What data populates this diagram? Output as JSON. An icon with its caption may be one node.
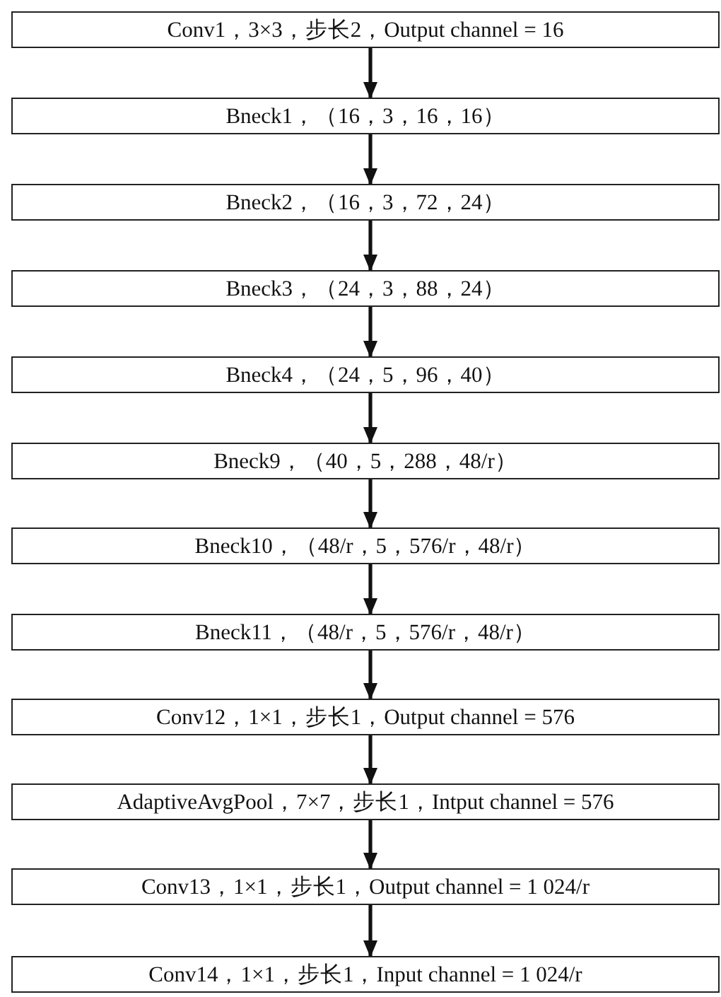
{
  "diagram": {
    "nodes": [
      {
        "text": [
          "Conv1，3×3，步长2，Output channel = 16"
        ]
      },
      {
        "text": [
          "Bneck1，（16，3，16，16）"
        ]
      },
      {
        "text": [
          "Bneck2，（16，3，72，24）"
        ]
      },
      {
        "text": [
          "Bneck3，（24，3，88，24）"
        ]
      },
      {
        "text": [
          "Bneck4，（24，5，96，40）"
        ]
      },
      {
        "text": [
          "Bneck9，（40，5，288，48/r）"
        ]
      },
      {
        "text": [
          "Bneck10，（48/r，5，576/r，48/r）"
        ]
      },
      {
        "text": [
          "Bneck11，（48/r，5，576/r，48/r）"
        ]
      },
      {
        "text": [
          "Conv12，1×1，步长1，Output channel = 576"
        ]
      },
      {
        "text": [
          "AdaptiveAvgPool，7×7，步长1，Intput channel = 576"
        ]
      },
      {
        "text": [
          "Conv13，1×1，步长1，Output channel = 1 024/r"
        ]
      },
      {
        "text": [
          "Conv14，1×1，步长1，Input channel = 1 024/r"
        ]
      }
    ],
    "edges": [
      {
        "from": 0,
        "to": 1,
        "arrow": "to"
      },
      {
        "from": 1,
        "to": 2,
        "arrow": "to"
      },
      {
        "from": 2,
        "to": 3,
        "arrow": "to"
      },
      {
        "from": 3,
        "to": 4,
        "arrow": "to"
      },
      {
        "from": 4,
        "to": 5,
        "arrow": "to"
      },
      {
        "from": 5,
        "to": 6,
        "arrow": "to"
      },
      {
        "from": 6,
        "to": 7,
        "arrow": "to"
      },
      {
        "from": 7,
        "to": 8,
        "arrow": "to"
      },
      {
        "from": 8,
        "to": 9,
        "arrow": "to"
      },
      {
        "from": 9,
        "to": 10,
        "arrow": "to"
      },
      {
        "from": 10,
        "to": 11,
        "arrow": "to"
      }
    ]
  }
}
